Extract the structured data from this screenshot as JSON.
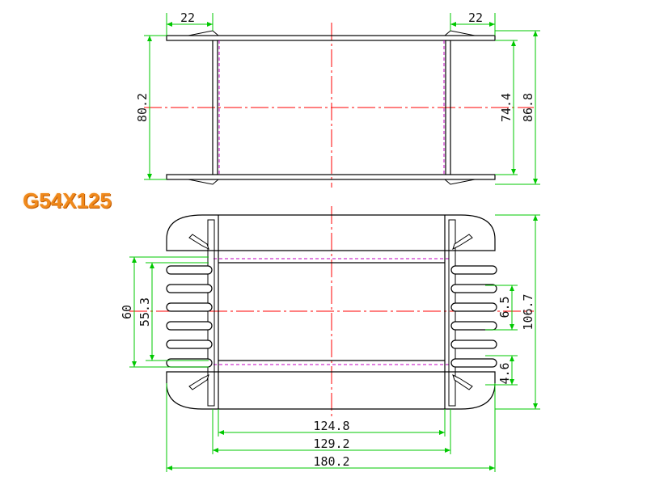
{
  "title": "G54X125",
  "colors": {
    "outline": "#000000",
    "dimension": "#00c800",
    "centerline": "#ff0000",
    "hidden": "#c000c0",
    "title": "#f08a1c"
  },
  "top_view": {
    "dims": {
      "left_flange": "22",
      "right_flange": "22",
      "left_height": "80.2",
      "inner_height": "74.4",
      "outer_height": "86.8"
    }
  },
  "bottom_view": {
    "dims": {
      "left_outer": "60",
      "left_inner": "55.3",
      "pin_pitch": "6.5",
      "pin_width": "4.6",
      "right_height": "106.7",
      "width_inner": "124.8",
      "width_mid": "129.2",
      "width_total": "180.2"
    }
  }
}
